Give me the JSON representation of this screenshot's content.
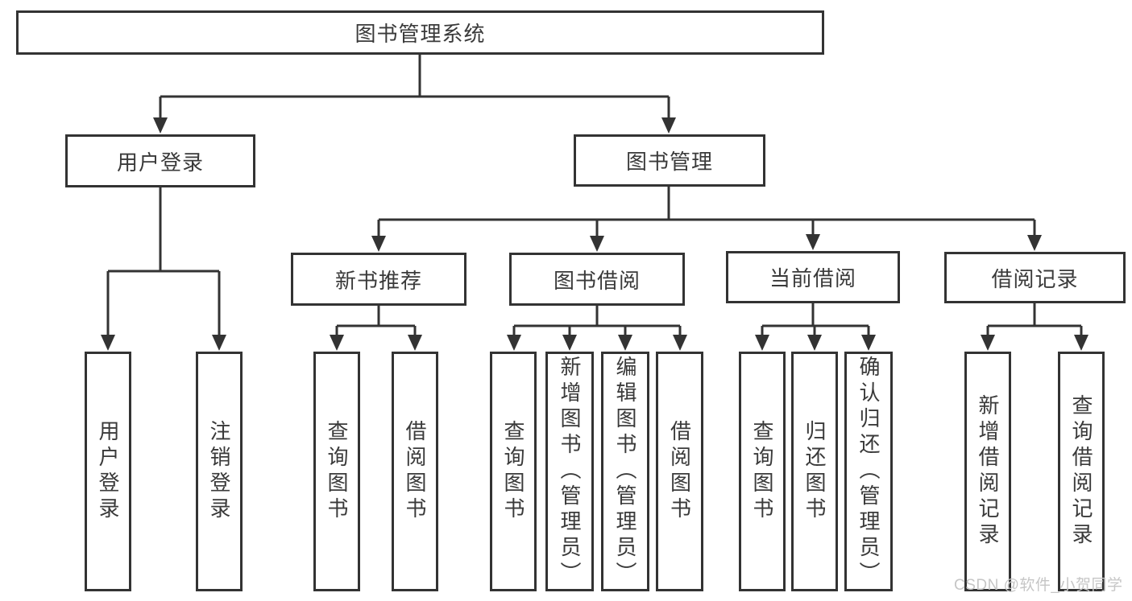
{
  "tree": {
    "label": "图书管理系统",
    "children": [
      {
        "label": "用户登录",
        "children": [
          {
            "label": "用户登录"
          },
          {
            "label": "注销登录"
          }
        ]
      },
      {
        "label": "图书管理",
        "children": [
          {
            "label": "新书推荐",
            "children": [
              {
                "label": "查询图书"
              },
              {
                "label": "借阅图书"
              }
            ]
          },
          {
            "label": "图书借阅",
            "children": [
              {
                "label": "查询图书"
              },
              {
                "label": "新增图书（管理员）"
              },
              {
                "label": "编辑图书（管理员）"
              },
              {
                "label": "借阅图书"
              }
            ]
          },
          {
            "label": "当前借阅",
            "children": [
              {
                "label": "查询图书"
              },
              {
                "label": "归还图书"
              },
              {
                "label": "确认归还（管理员）"
              }
            ]
          },
          {
            "label": "借阅记录",
            "children": [
              {
                "label": "新增借阅记录"
              },
              {
                "label": "查询借阅记录"
              }
            ]
          }
        ]
      }
    ]
  },
  "watermark": {
    "text": "CSDN @软件_小贺同学"
  },
  "colors": {
    "line": "#333333",
    "box_border": "#333333",
    "box_fill": "#ffffff",
    "text": "#3a3a3a",
    "watermark": "#c6c6c6",
    "background": "#ffffff"
  }
}
